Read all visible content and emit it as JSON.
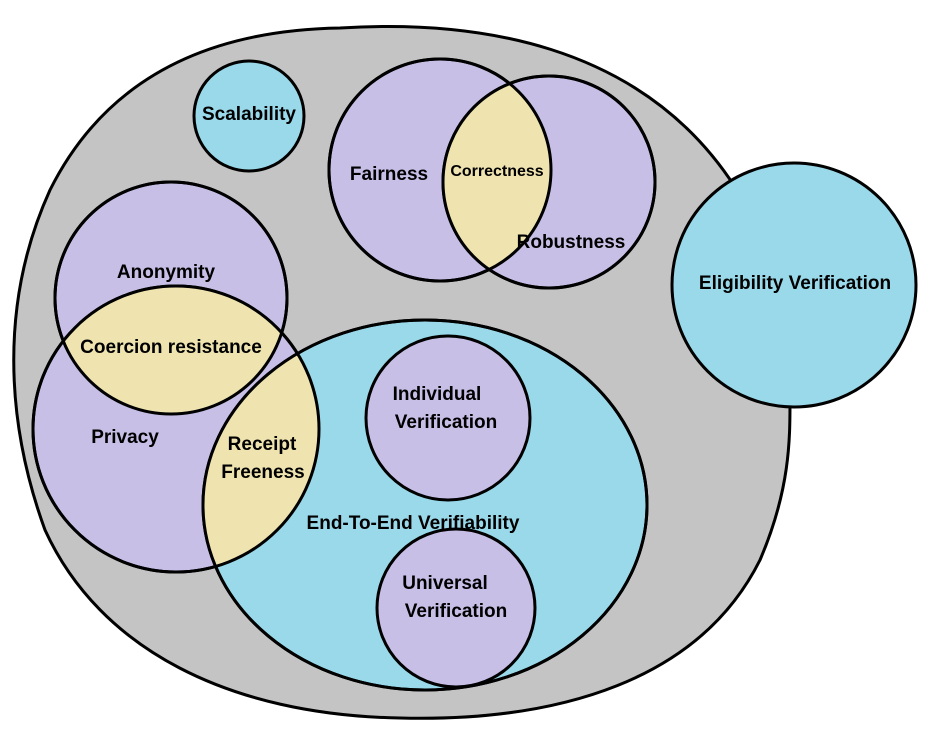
{
  "colors": {
    "background_blob": "#c4c4c4",
    "purple": "#c8bfe7",
    "cyan": "#99d9ea",
    "tan": "#efe4b0",
    "stroke": "#000000"
  },
  "labels": {
    "scalability": "Scalability",
    "fairness": "Fairness",
    "correctness": "Correctness",
    "robustness": "Robustness",
    "eligibility": "Eligibility Verification",
    "anonymity": "Anonymity",
    "coercion": "Coercion resistance",
    "privacy": "Privacy",
    "receipt_line1": "Receipt",
    "receipt_line2": "Freeness",
    "individual_line1": "Individual",
    "individual_line2": "Verification",
    "e2e": "End-To-End Verifiability",
    "universal_line1": "Universal",
    "universal_line2": "Verification"
  }
}
